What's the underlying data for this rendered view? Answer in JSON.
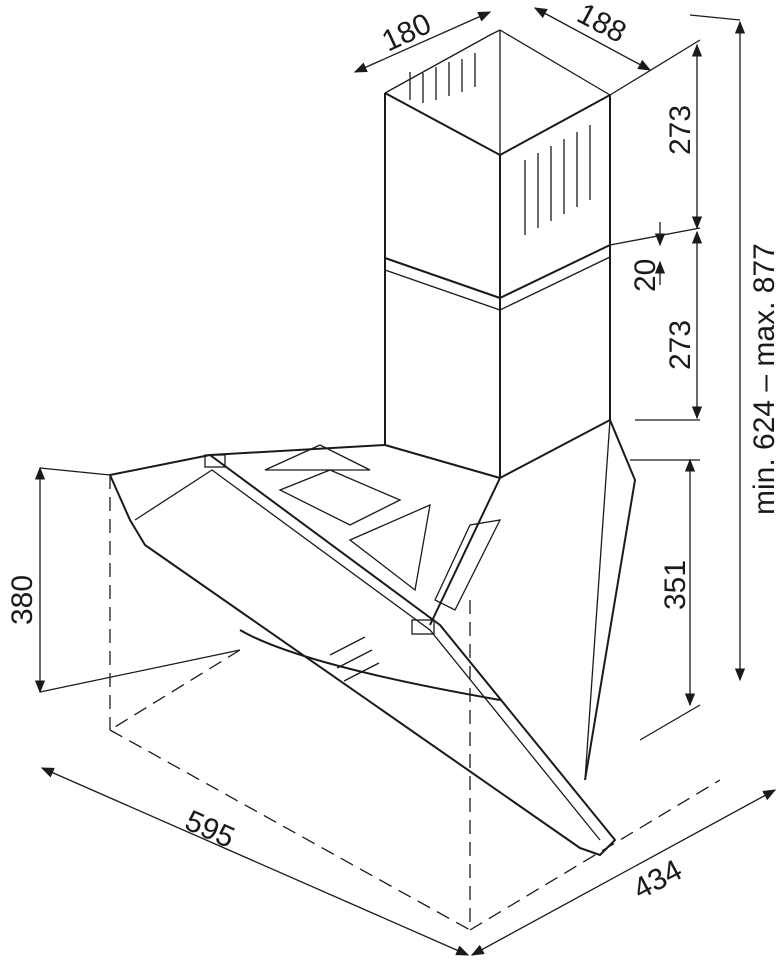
{
  "title": "Range hood dimension drawing",
  "dimensions": {
    "chimney_depth": "180",
    "chimney_width": "188",
    "upper_chimney_height": "273",
    "overlap": "20",
    "lower_chimney_height": "273",
    "total_height_range": "min. 624 – max. 877",
    "canopy_height_front": "380",
    "canopy_height_back": "351",
    "width": "595",
    "depth": "434"
  },
  "colors": {
    "line": "#1a1a1a",
    "background": "#ffffff"
  }
}
